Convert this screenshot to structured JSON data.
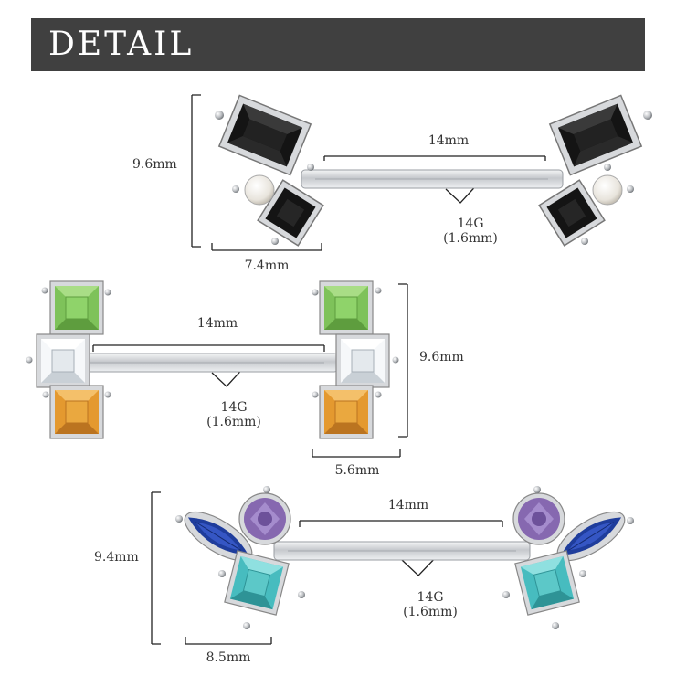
{
  "header": {
    "title": "DETAIL"
  },
  "products": [
    {
      "height": "9.6mm",
      "length": "14mm",
      "gauge": "14G",
      "gauge_mm": "(1.6mm)",
      "width": "7.4mm"
    },
    {
      "height": "9.6mm",
      "length": "14mm",
      "gauge": "14G",
      "gauge_mm": "(1.6mm)",
      "width": "5.6mm"
    },
    {
      "height": "9.4mm",
      "length": "14mm",
      "gauge": "14G",
      "gauge_mm": "(1.6mm)",
      "width": "8.5mm"
    }
  ],
  "colors": {
    "header_bg": "#404040",
    "black_stone": "#1a1a1a",
    "green_stone": "#8fd36a",
    "clear_stone": "#eef2f5",
    "amber_stone": "#e9a63e",
    "blue_stone": "#1f3d9c",
    "purple_stone": "#8a6fb3",
    "aqua_stone": "#5cc8c8",
    "pearl": "#f2f0ec",
    "steel": "#c9ccd0"
  }
}
